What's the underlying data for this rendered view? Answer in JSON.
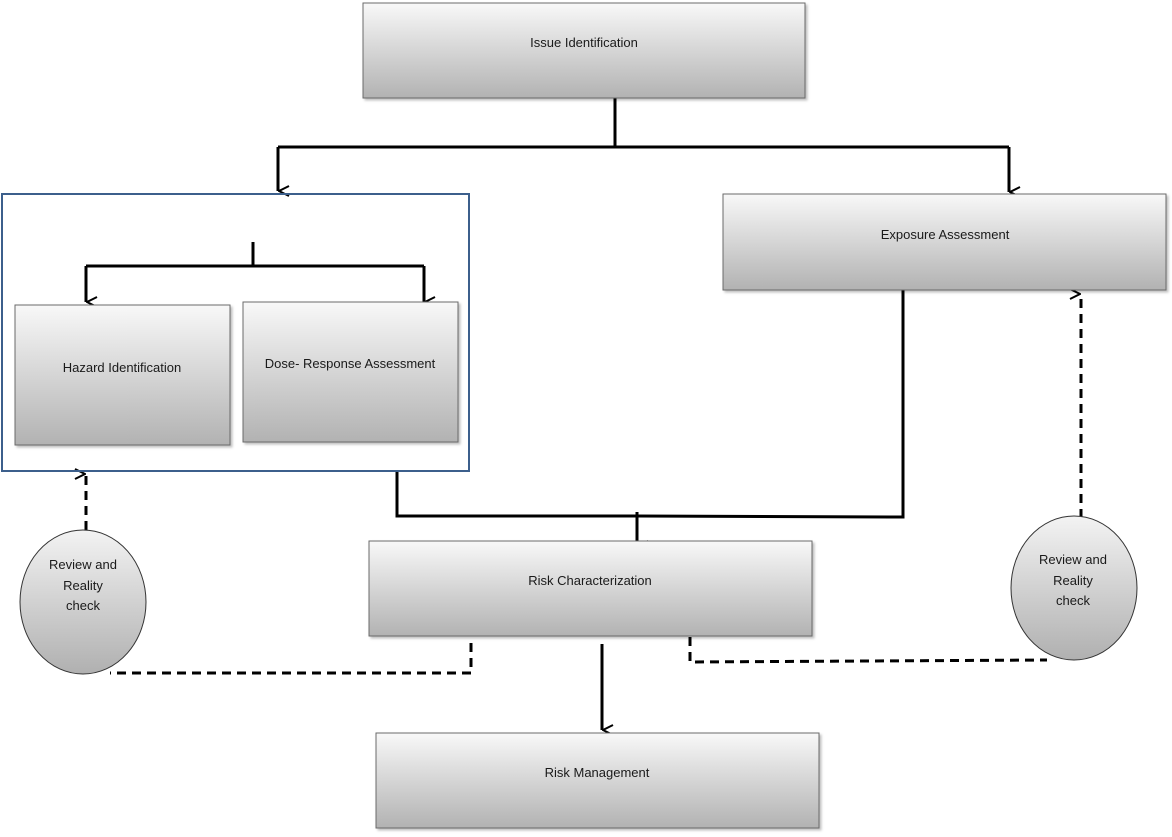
{
  "diagram": {
    "nodes": {
      "issue_identification": "Issue Identification",
      "hazard_identification": "Hazard Identification",
      "dose_response_assessment": "Dose- Response Assessment",
      "exposure_assessment": "Exposure Assessment",
      "risk_characterization": "Risk Characterization",
      "risk_management": "Risk Management"
    },
    "review_left": [
      "Review and",
      "Reality",
      "check"
    ],
    "review_right": [
      "Review and",
      "Reality",
      "check"
    ]
  },
  "colors": {
    "box_top": "#f7f7f7",
    "box_bottom": "#b3b3b3",
    "box_border": "#6a6a6a",
    "group_border": "#3c5f8c",
    "connector": "#000000"
  }
}
